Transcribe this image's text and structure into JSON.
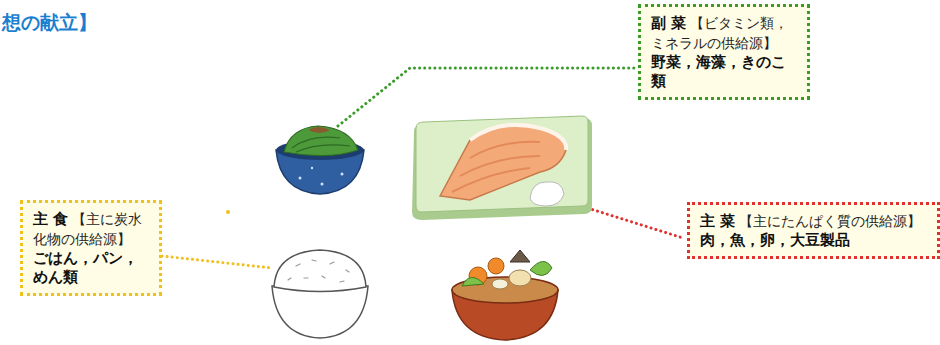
{
  "diagram": {
    "title": "想の献立】",
    "nodes": [
      {
        "text": [
          "副 菜",
          "【ビタミン類，ミネラルの供給源】",
          "野菜，海藻，きのこ類"
        ]
      },
      {
        "text": [
          "主 食",
          "【主に炭水化物の供給源】",
          "ごはん，パン，めん類"
        ]
      },
      {
        "text": [
          "主 菜",
          "【主にたんぱく質の供給源】",
          "肉，魚，卵，大豆製品"
        ]
      }
    ]
  }
}
